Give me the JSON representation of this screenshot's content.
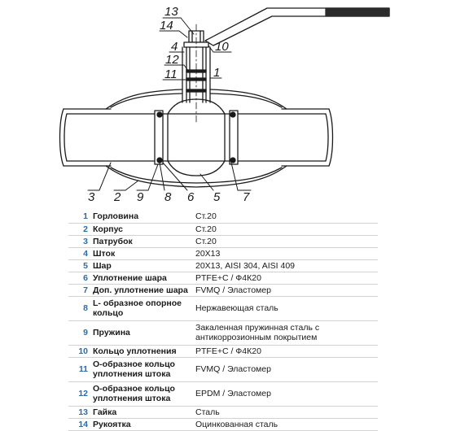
{
  "drawing": {
    "callouts": [
      "13",
      "14",
      "4",
      "10",
      "12",
      "1",
      "11",
      "3",
      "2",
      "9",
      "8",
      "6",
      "5",
      "7"
    ]
  },
  "table": {
    "rows": [
      {
        "num": "1",
        "name": "Горловина",
        "material": "Ст.20"
      },
      {
        "num": "2",
        "name": "Корпус",
        "material": "Ст.20"
      },
      {
        "num": "3",
        "name": "Патрубок",
        "material": "Ст.20"
      },
      {
        "num": "4",
        "name": "Шток",
        "material": "20Х13"
      },
      {
        "num": "5",
        "name": "Шар",
        "material": "20Х13, AISI 304, AISI 409"
      },
      {
        "num": "6",
        "name": "Уплотнение шара",
        "material": "PTFE+C / Ф4К20"
      },
      {
        "num": "7",
        "name": "Доп. уплотнение шара",
        "material": "FVMQ / Эластомер"
      },
      {
        "num": "8",
        "name": "L- образное опорное кольцо",
        "material": "Нержавеющая сталь"
      },
      {
        "num": "9",
        "name": "Пружина",
        "material": "Закаленная пружинная сталь с антикоррозионным покрытием"
      },
      {
        "num": "10",
        "name": "Кольцо уплотнения",
        "material": "PTFE+C / Ф4К20"
      },
      {
        "num": "11",
        "name": "О-образное кольцо уплотнения штока",
        "material": "FVMQ / Эластомер"
      },
      {
        "num": "12",
        "name": "О-образное кольцо уплотнения штока",
        "material": "EPDM / Эластомер"
      },
      {
        "num": "13",
        "name": "Гайка",
        "material": "Сталь"
      },
      {
        "num": "14",
        "name": "Рукоятка",
        "material": "Оцинкованная сталь"
      }
    ]
  },
  "colors": {
    "number": "#2b6aa8",
    "rule": "#d2d2d2",
    "text": "#1a1a1a"
  }
}
